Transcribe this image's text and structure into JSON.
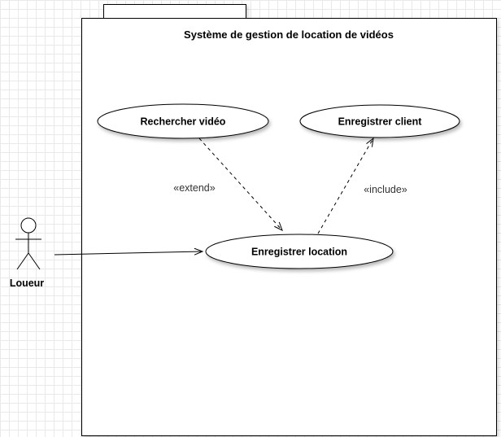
{
  "diagram": {
    "type": "uml-use-case",
    "system": {
      "title": "Système de gestion de location de vidéos"
    },
    "actor": {
      "label": "Loueur"
    },
    "use_cases": [
      {
        "label": "Rechercher vidéo"
      },
      {
        "label": "Enregistrer client"
      },
      {
        "label": "Enregistrer location"
      }
    ],
    "relations": [
      {
        "label": "«extend»",
        "from": "Rechercher vidéo",
        "to": "Enregistrer location",
        "style": "dashed"
      },
      {
        "label": "«include»",
        "from": "Enregistrer location",
        "to": "Enregistrer client",
        "style": "dashed"
      },
      {
        "label": "",
        "from": "Loueur",
        "to": "Enregistrer location",
        "style": "solid"
      }
    ],
    "colors": {
      "stroke": "#000000",
      "shape_fill": "#ffffff",
      "grid": "#e9e9e9",
      "edge_label": "#333333"
    }
  }
}
